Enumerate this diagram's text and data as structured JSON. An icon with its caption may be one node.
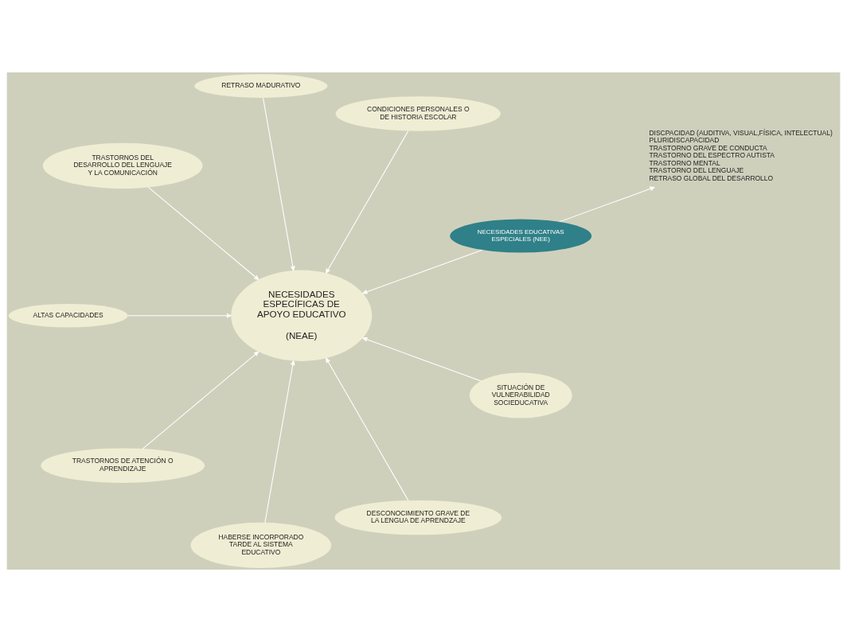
{
  "diagram": {
    "nodes": [
      {
        "text": [
          "NECESIDADES ESPECÍFICAS DE APOYO EDUCATIVO",
          "(NEAE)"
        ]
      },
      {
        "text": [
          "NECESIDADES EDUCATIVAS ESPECIALES (NEE)"
        ]
      },
      {
        "text": [
          "DISCPACIDAD (AUDITIVA, VISUAL,FÍSICA, INTELECTUAL)",
          "PLURIDISCAPACIDAD",
          "TRASTORNO GRAVE DE CONDUCTA",
          "TRASTORNO DEL ESPECTRO AUTISTA",
          "TRASTORNO MENTAL",
          "TRASTORNO DEL LENGUAJE",
          "RETRASO GLOBAL DEL DESARROLLO"
        ]
      },
      {
        "text": [
          "CONDICIONES PERSONALES O DE HISTORIA ESCOLAR"
        ]
      },
      {
        "text": [
          "RETRASO MADURATIVO"
        ]
      },
      {
        "text": [
          "TRASTORNOS DEL DESARROLLO DEL LENGUAJE Y LA COMUNICACIÓN"
        ]
      },
      {
        "text": [
          "ALTAS CAPACIDADES"
        ]
      },
      {
        "text": [
          "TRASTORNOS DE ATENCIÓN O APRENDIZAJE"
        ]
      },
      {
        "text": [
          "HABERSE INCORPORADO TARDE AL SISTEMA EDUCATIVO"
        ]
      },
      {
        "text": [
          "DESCONOCIMIENTO GRAVE DE LA LENGUA DE APRENDZAJE"
        ]
      },
      {
        "text": [
          "SITUACIÓN DE VULNERABILIDAD SOCIEDUCATIVA"
        ]
      }
    ],
    "edges": [
      {
        "from": 1,
        "to": 2,
        "arrow": "to"
      },
      {
        "from": 1,
        "to": 0,
        "arrow": "to"
      },
      {
        "from": 3,
        "to": 0,
        "arrow": "to"
      },
      {
        "from": 4,
        "to": 0,
        "arrow": "to"
      },
      {
        "from": 5,
        "to": 0,
        "arrow": "to"
      },
      {
        "from": 6,
        "to": 0,
        "arrow": "to"
      },
      {
        "from": 7,
        "to": 0,
        "arrow": "to"
      },
      {
        "from": 8,
        "to": 0,
        "arrow": "to"
      },
      {
        "from": 9,
        "to": 0,
        "arrow": "to"
      },
      {
        "from": 10,
        "to": 0,
        "arrow": "to"
      }
    ]
  }
}
